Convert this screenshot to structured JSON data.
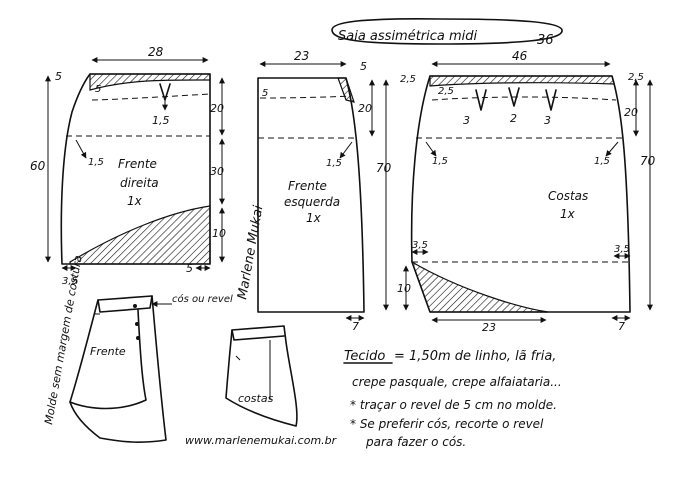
{
  "title": "Saia assimétrica midi",
  "page_number": "36",
  "website": "www.marlenemukai.com.br",
  "signature": "Marlene Mukai",
  "front_right": {
    "name": "Frente",
    "sub": "direita",
    "count": "1x",
    "width": "28",
    "top_ease": "5",
    "dart_offset": "5",
    "dart": "1,5",
    "hip_ease": "1,5",
    "length": "60",
    "yoke_depth": "20",
    "mid_depth": "30",
    "low_depth": "10",
    "hem_left": "3,5",
    "hem_right": "5"
  },
  "front_left": {
    "name": "Frente",
    "sub": "esquerda",
    "count": "1x",
    "width": "23",
    "top_ease": "5",
    "dart_offset": "5",
    "yoke_depth": "20",
    "hip_ease": "1,5",
    "length": "70",
    "hem": "7"
  },
  "back": {
    "name": "Costas",
    "count": "1x",
    "width": "46",
    "top_left": "2,5",
    "top_right": "2,5",
    "dart_offset": "2,5",
    "dart_left": "3",
    "dart_mid": "2",
    "dart_right": "3",
    "yoke_depth": "20",
    "hip_left": "1,5",
    "hip_right": "1,5",
    "length": "70",
    "side_left": "3,5",
    "side_right": "3,5",
    "low_depth": "10",
    "hem_width": "23",
    "hem_right": "7"
  },
  "sketch": {
    "vertical_note": "Molde sem margem de costura",
    "front_label": "Frente",
    "back_label": "costas",
    "facing_note": "cós ou revel"
  },
  "notes": {
    "heading": "Tecido",
    "line1": "= 1,50m  de linho, lã fria,",
    "line2": "crepe pasquale, crepe alfaiataria...",
    "line3": "* traçar o revel de 5 cm no molde.",
    "line4": "* Se preferir cós, recorte o revel",
    "line5": "para fazer o cós."
  }
}
